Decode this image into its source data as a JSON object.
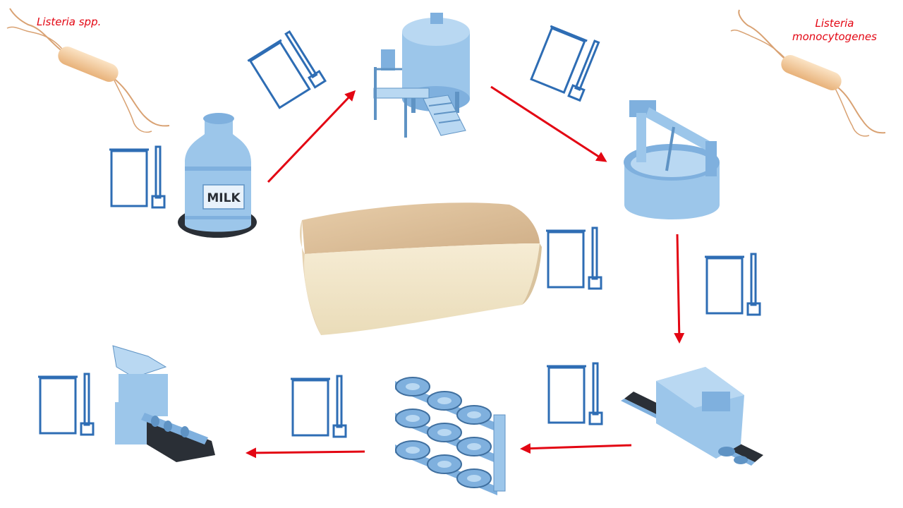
{
  "labels": {
    "listeria_spp": "Listeria spp.",
    "listeria_mono_line1": "Listeria",
    "listeria_mono_line2": "monocytogenes"
  },
  "milk_can": {
    "text": "MILK"
  },
  "colors": {
    "arrow": "#e30613",
    "sampling_icon": "#2e6db4",
    "machine_fill": "#9cc6ea",
    "machine_dark": "#5f93c4",
    "belt": "#2a2f36",
    "bacterium_body": "#f3c99a",
    "bacterium_flagella": "#d9a273",
    "cheese_rind": "#dcbf9c",
    "cheese_paste": "#f4e8cf"
  },
  "icons": [
    "sampling-bag-thermometer-icon",
    "bacterium-icon",
    "arrow-icon"
  ]
}
